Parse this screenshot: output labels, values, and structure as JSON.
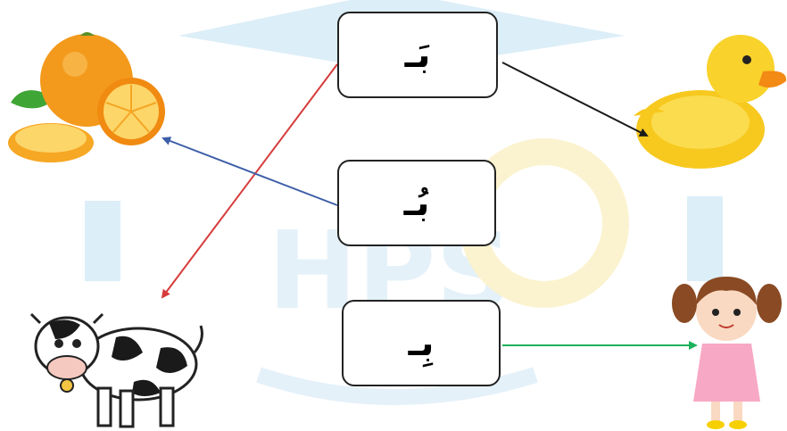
{
  "letters": {
    "fatha": "بَـ",
    "damma": "بُـ",
    "kasra": "بِـ"
  },
  "pictures": {
    "top_left": "oranges-image",
    "bottom_left": "cow-image",
    "top_right": "duck-image",
    "bottom_right": "girl-image"
  },
  "colors": {
    "arrow_black": "#1a1a1a",
    "arrow_red": "#d63b3b",
    "arrow_blue": "#3d5fa8",
    "arrow_green": "#1fb25a",
    "watermark": "#d6ecf7"
  },
  "connections": [
    {
      "from": "fatha",
      "to": "duck",
      "color": "black"
    },
    {
      "from": "fatha",
      "to": "cow",
      "color": "red"
    },
    {
      "from": "damma",
      "to": "oranges",
      "color": "blue"
    },
    {
      "from": "kasra",
      "to": "girl",
      "color": "green"
    }
  ]
}
